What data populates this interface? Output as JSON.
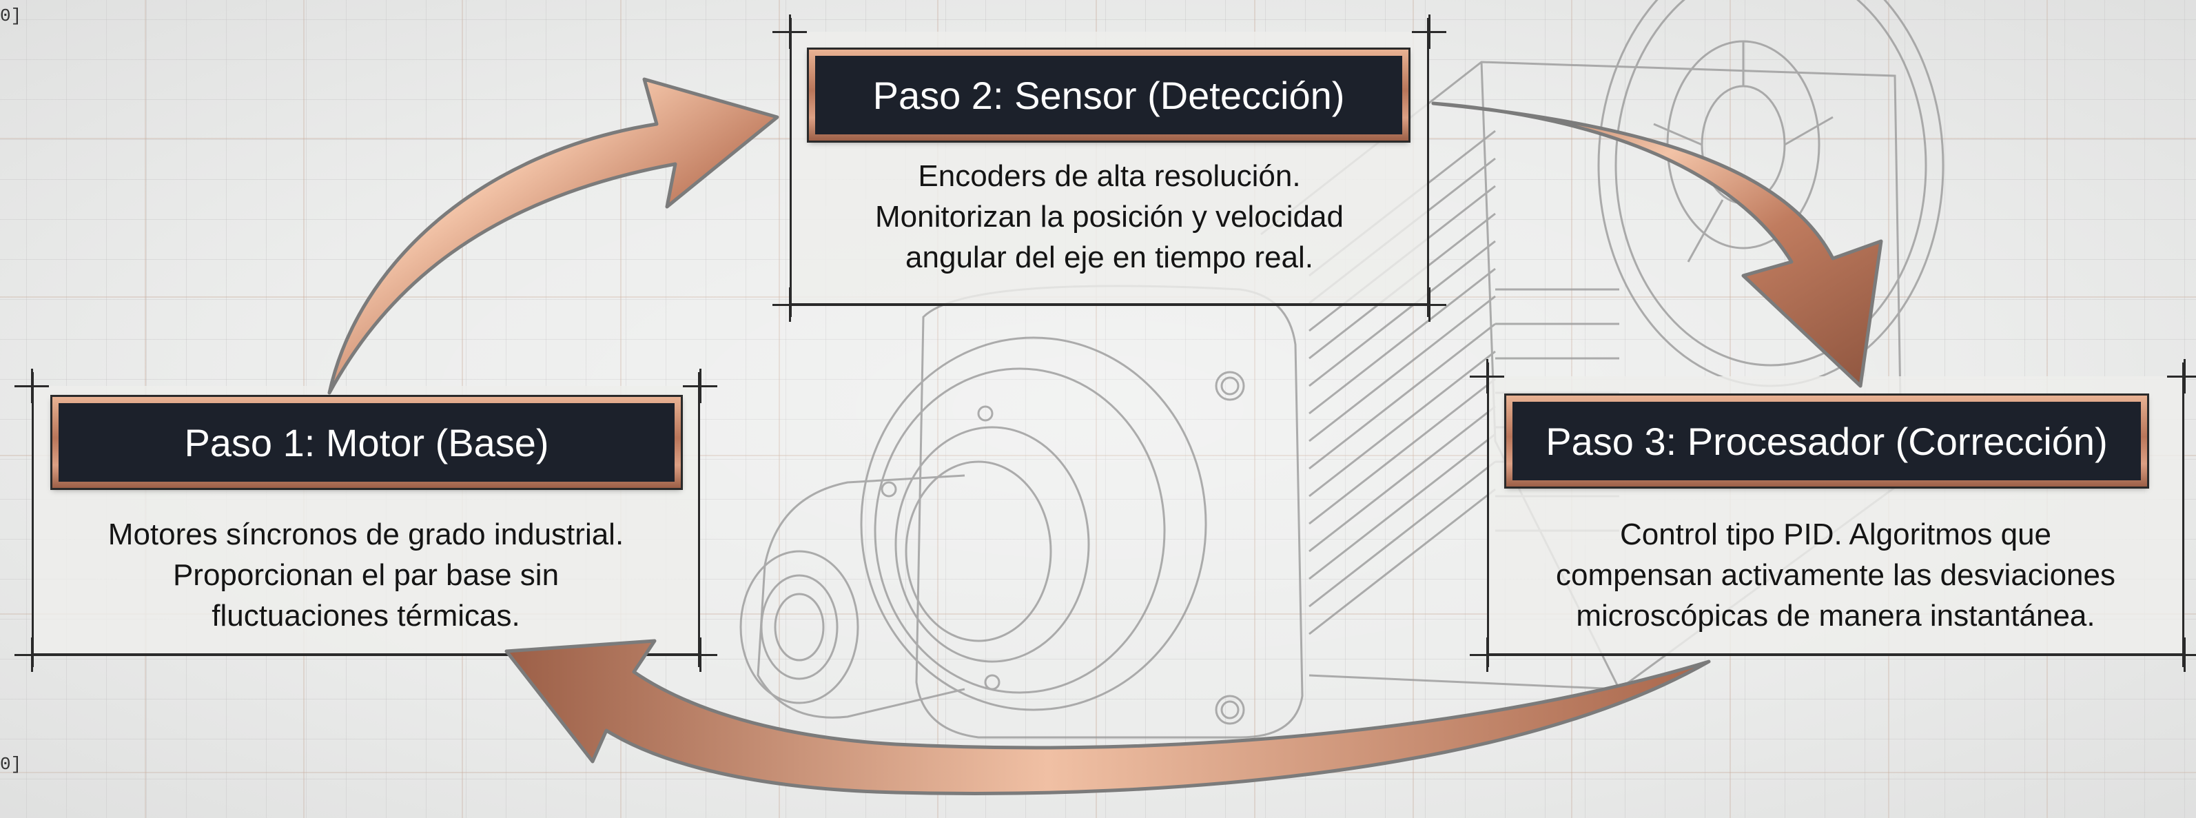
{
  "edge_marks": {
    "top": "0]",
    "bottom": "0]"
  },
  "colors": {
    "copper_light": "#f0c0a4",
    "copper_dark": "#9c5f47",
    "title_bg": "#1c212b",
    "grid_accent": "#d9b8a5"
  },
  "illustration": "motor-blueprint",
  "steps": [
    {
      "title": "Paso 1: Motor (Base)",
      "description": [
        "Motores síncronos de grado industrial.",
        "Proporcionan el par base sin",
        "fluctuaciones térmicas."
      ]
    },
    {
      "title": "Paso 2: Sensor (Detección)",
      "description": [
        "Encoders de alta resolución.",
        "Monitorizan la posición y velocidad",
        "angular del eje en tiempo real."
      ]
    },
    {
      "title": "Paso 3: Procesador (Corrección)",
      "description": [
        "Control tipo PID. Algoritmos que",
        "compensan activamente las desviaciones",
        "microscópicas de manera instantánea."
      ]
    }
  ],
  "flow": [
    "step1 → step2",
    "step2 → step3",
    "step3 → step1"
  ]
}
